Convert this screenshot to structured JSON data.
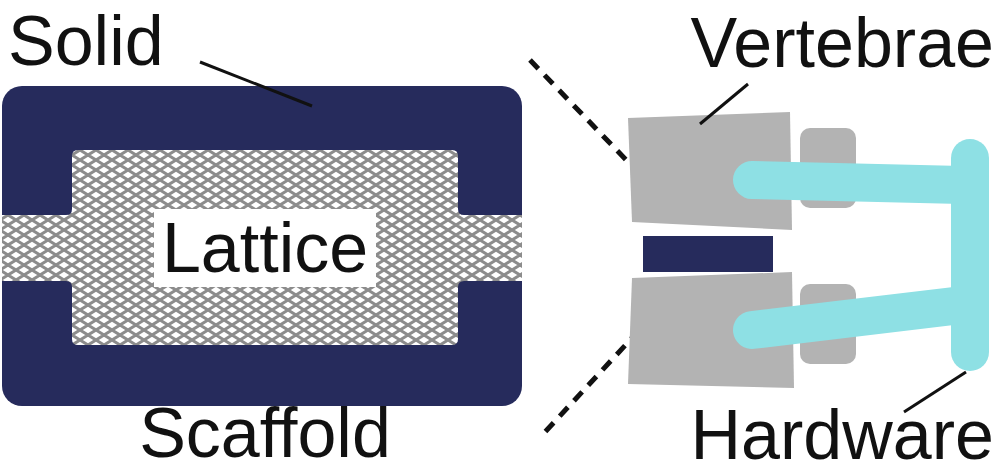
{
  "diagram": {
    "nodes": [
      {
        "text": [
          "Scaffold"
        ]
      },
      {
        "text": [
          "Lattice"
        ],
        "in": 0
      }
    ],
    "labels": [
      "Solid",
      "Vertebrae",
      "Hardware"
    ]
  }
}
